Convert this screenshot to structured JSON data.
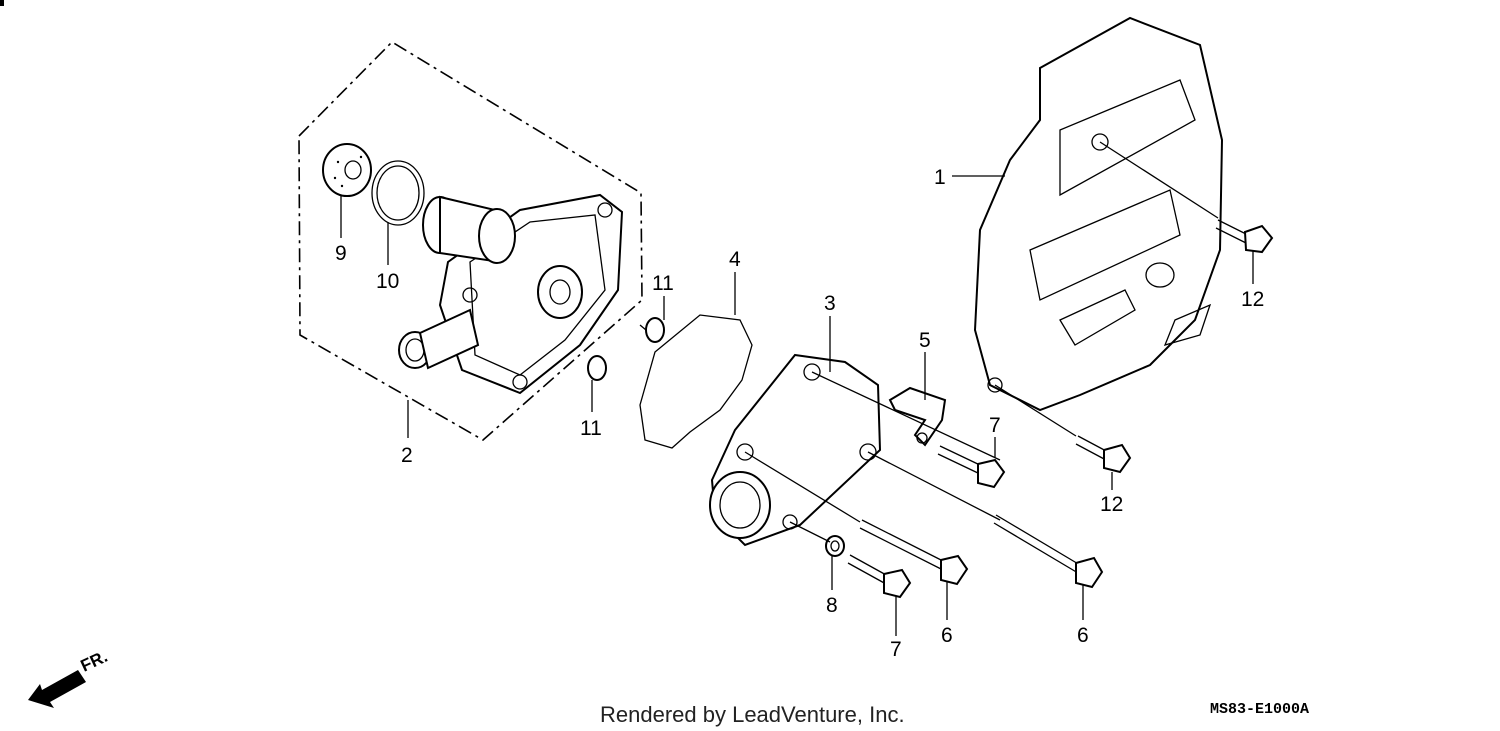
{
  "diagram": {
    "callouts": {
      "c1": "1",
      "c2": "2",
      "c3": "3",
      "c4": "4",
      "c5": "5",
      "c6a": "6",
      "c6b": "6",
      "c7a": "7",
      "c7b": "7",
      "c8": "8",
      "c9": "9",
      "c10": "10",
      "c11a": "11",
      "c11b": "11",
      "c12a": "12",
      "c12b": "12"
    },
    "direction_label": "FR.",
    "footer_text": "Rendered by LeadVenture, Inc.",
    "diagram_code": "MS83-E1000A"
  }
}
